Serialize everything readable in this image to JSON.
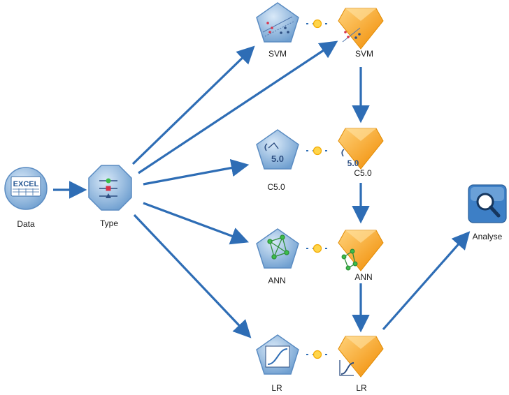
{
  "nodes": {
    "data": {
      "label": "Data",
      "icon": "excel-source-icon",
      "icon_text": "EXCEL"
    },
    "type": {
      "label": "Type",
      "icon": "type-node-icon"
    },
    "svm_model": {
      "label": "SVM",
      "icon": "svm-node-icon"
    },
    "svm_nugget": {
      "label": "SVM",
      "icon": "svm-nugget-icon"
    },
    "c50_model": {
      "label": "C5.0",
      "icon": "c50-node-icon",
      "icon_text": "5.0"
    },
    "c50_nugget": {
      "label": "C5.0",
      "icon": "c50-nugget-icon",
      "icon_text": "5.0"
    },
    "ann_model": {
      "label": "ANN",
      "icon": "ann-node-icon"
    },
    "ann_nugget": {
      "label": "ANN",
      "icon": "ann-nugget-icon"
    },
    "lr_model": {
      "label": "LR",
      "icon": "lr-node-icon"
    },
    "lr_nugget": {
      "label": "LR",
      "icon": "lr-nugget-icon"
    },
    "analyse": {
      "label": "Analyse",
      "icon": "magnifier-icon"
    }
  },
  "colors": {
    "arrow": "#2e6db5",
    "pentagon_fill": "#7eabd8",
    "nugget_fill": "#f5a623",
    "link_dot": "#ffd54a",
    "analyse_fill": "#3d7fc6"
  }
}
